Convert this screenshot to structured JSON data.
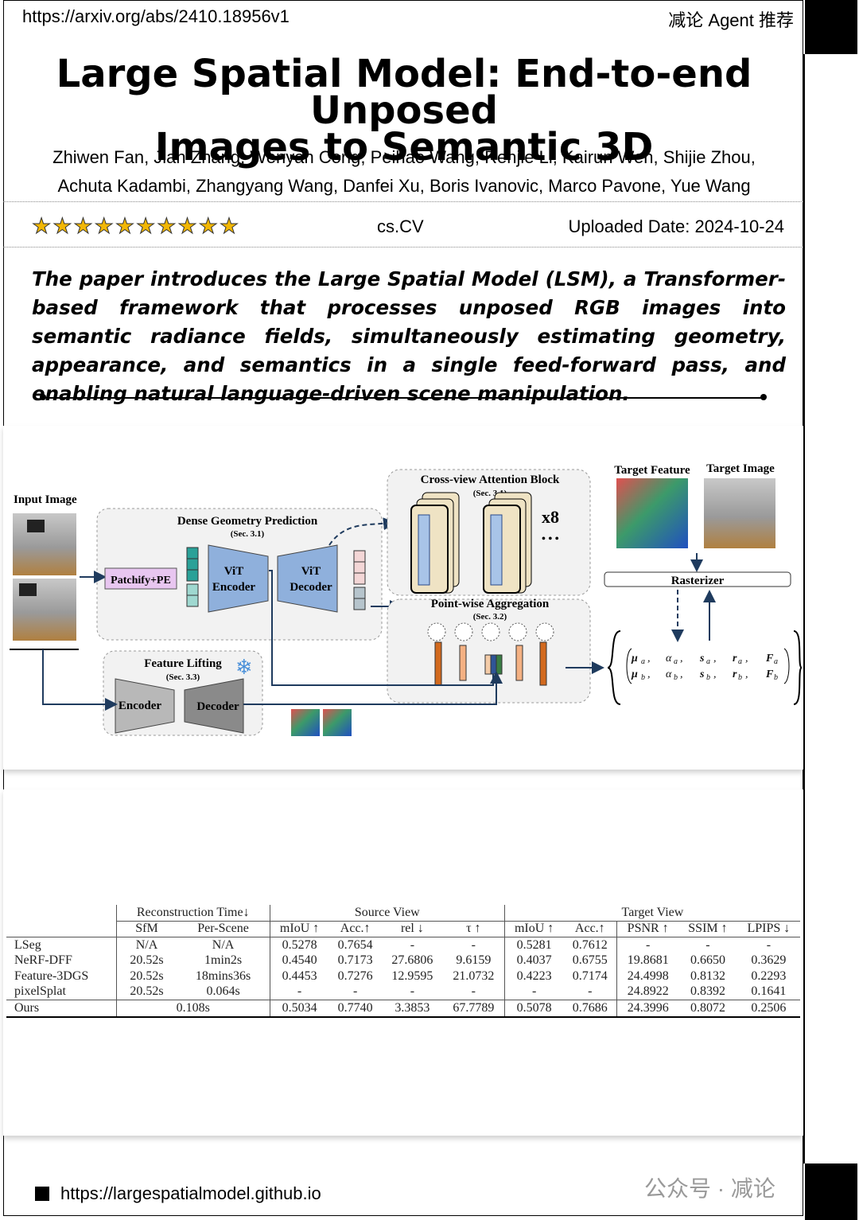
{
  "header": {
    "arxiv_url": "https://arxiv.org/abs/2410.18956v1",
    "tagline": "减论 Agent 推荐"
  },
  "paper": {
    "title_line1": "Large Spatial Model: End-to-end Unposed",
    "title_line2": "Images to Semantic 3D",
    "authors_line1": "Zhiwen Fan, Jian Zhang, Wenyan Cong, Peihao Wang, Renjie Li, Kairun Wen, Shijie Zhou,",
    "authors_line2": "Achuta Kadambi, Zhangyang Wang, Danfei Xu, Boris Ivanovic, Marco Pavone, Yue Wang",
    "rating_stars": "★★★★★★★★★★",
    "category": "cs.CV",
    "uploaded": "Uploaded Date: 2024-10-24",
    "summary": "The paper introduces the Large Spatial Model (LSM), a Transformer-based framework that processes unposed RGB images into semantic radiance fields, simultaneously estimating geometry, appearance, and semantics in a single feed-forward pass, and enabling natural language-driven scene manipulation."
  },
  "figure": {
    "input_image": "Input Image",
    "dense_geometry": "Dense Geometry Prediction",
    "sec_31": "(Sec. 3.1)",
    "sec_32": "(Sec. 3.2)",
    "sec_33": "(Sec. 3.3)",
    "patchify": "Patchify+PE",
    "vit": "ViT",
    "encoder": "Encoder",
    "decoder": "Decoder",
    "cross_view": "Cross-view Attention Block",
    "x8": "x8",
    "ellipsis": "• • •",
    "pointwise": "Point-wise Aggregation",
    "feature_lifting": "Feature Lifting",
    "target_feature": "Target Feature",
    "target_image": "Target Image",
    "rasterizer": "Rasterizer",
    "snowflake": "❄"
  },
  "table": {
    "group_headers": [
      "Reconstruction Time↓",
      "Source View",
      "Target View"
    ],
    "sub_headers": [
      "SfM",
      "Per-Scene",
      "mIoU ↑",
      "Acc.↑",
      "rel ↓",
      "τ ↑",
      "mIoU ↑",
      "Acc.↑",
      "PSNR ↑",
      "SSIM ↑",
      "LPIPS ↓"
    ],
    "rows": [
      [
        "LSeg",
        "N/A",
        "N/A",
        "0.5278",
        "0.7654",
        "-",
        "-",
        "0.5281",
        "0.7612",
        "-",
        "-",
        "-"
      ],
      [
        "NeRF-DFF",
        "20.52s",
        "1min2s",
        "0.4540",
        "0.7173",
        "27.6806",
        "9.6159",
        "0.4037",
        "0.6755",
        "19.8681",
        "0.6650",
        "0.3629"
      ],
      [
        "Feature-3DGS",
        "20.52s",
        "18mins36s",
        "0.4453",
        "0.7276",
        "12.9595",
        "21.0732",
        "0.4223",
        "0.7174",
        "24.4998",
        "0.8132",
        "0.2293"
      ],
      [
        "pixelSplat",
        "20.52s",
        "0.064s",
        "-",
        "-",
        "-",
        "-",
        "-",
        "-",
        "24.8922",
        "0.8392",
        "0.1641"
      ]
    ],
    "ours": [
      "Ours",
      "0.108s",
      "0.5034",
      "0.7740",
      "3.3853",
      "67.7789",
      "0.5078",
      "0.7686",
      "24.3996",
      "0.8072",
      "0.2506"
    ]
  },
  "footer": {
    "project_url": "https://largespatialmodel.github.io",
    "watermark": "公众号 · 减论"
  }
}
